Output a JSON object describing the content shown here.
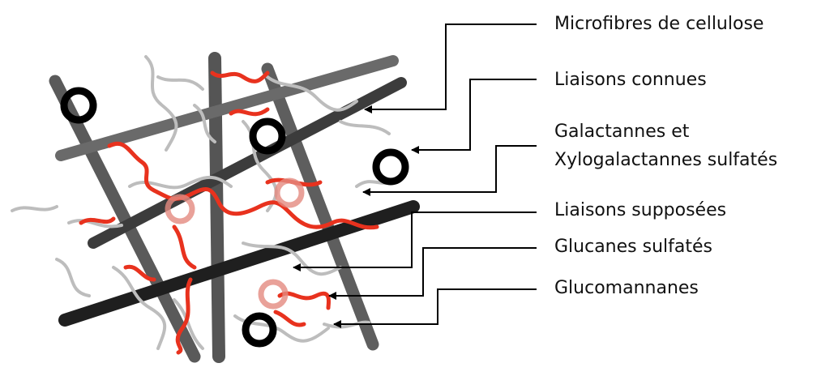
{
  "labels": {
    "microfibres": "Microfibres de cellulose",
    "liaisons_connues": "Liaisons connues",
    "galactannes_line1": "Galactannes et",
    "galactannes_line2": "Xylogalactannes sulfatés",
    "liaisons_supposees": "Liaisons supposées",
    "glucanes": "Glucanes sulfatés",
    "glucomannanes": "Glucomannanes"
  },
  "colors": {
    "fibre": "#4a4a4a",
    "fibre_dark": "#1e1e1e",
    "galactan": "#e8321e",
    "glucan": "#c9c9c9",
    "known_link": "#000000",
    "supposed_link": "#e48a80",
    "leader": "#000000"
  }
}
